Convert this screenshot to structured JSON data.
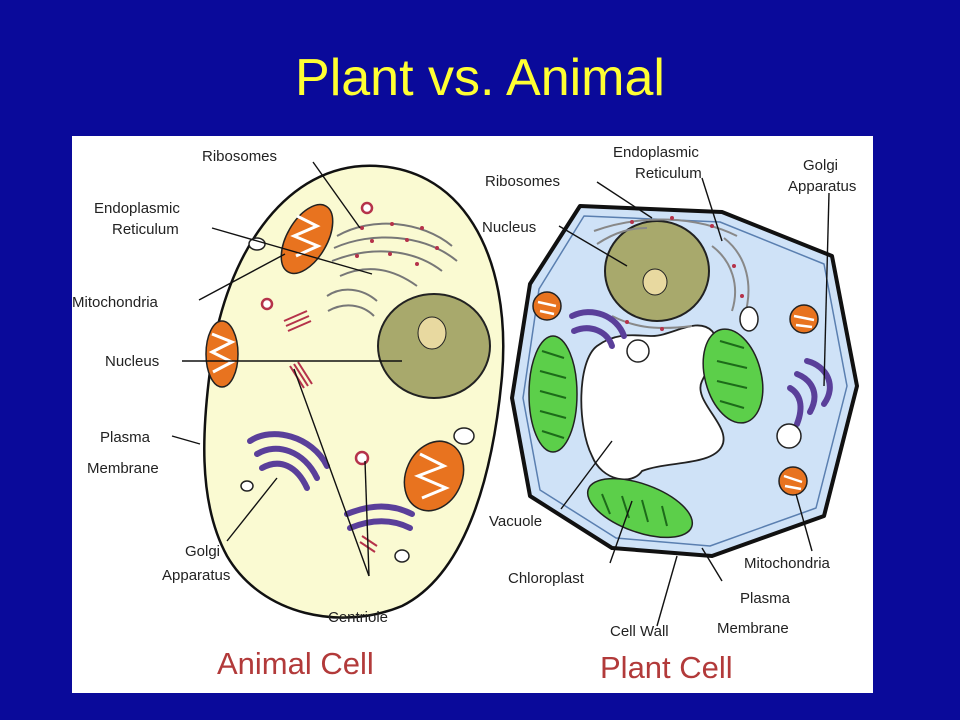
{
  "slide": {
    "title": "Plant vs. Animal"
  },
  "animal_cell": {
    "caption": "Animal Cell",
    "labels": {
      "ribosomes": "Ribosomes",
      "er_line1": "Endoplasmic",
      "er_line2": "Reticulum",
      "mitochondria": "Mitochondria",
      "nucleus": "Nucleus",
      "plasma_line1": "Plasma",
      "plasma_line2": "Membrane",
      "golgi_line1": "Golgi",
      "golgi_line2": "Apparatus",
      "centriole": "Centriole"
    }
  },
  "plant_cell": {
    "caption": "Plant Cell",
    "labels": {
      "ribosomes": "Ribosomes",
      "er_line1": "Endoplasmic",
      "er_line2": "Reticulum",
      "golgi_line1": "Golgi",
      "golgi_line2": "Apparatus",
      "nucleus": "Nucleus",
      "vacuole": "Vacuole",
      "chloroplast": "Chloroplast",
      "cell_wall": "Cell Wall",
      "plasma_line1": "Plasma",
      "plasma_line2": "Membrane",
      "mitochondria": "Mitochondria"
    }
  },
  "colors": {
    "background": "#0a0a9a",
    "title": "#ffff33",
    "animal_cytoplasm": "#fafad2",
    "plant_cytoplasm": "#cfe2f7",
    "nucleus": "#a8a96c",
    "mitochondria": "#e8731f",
    "chloroplast": "#5ccf4a",
    "golgi": "#5a3f9a",
    "caption": "#b23a3a"
  }
}
